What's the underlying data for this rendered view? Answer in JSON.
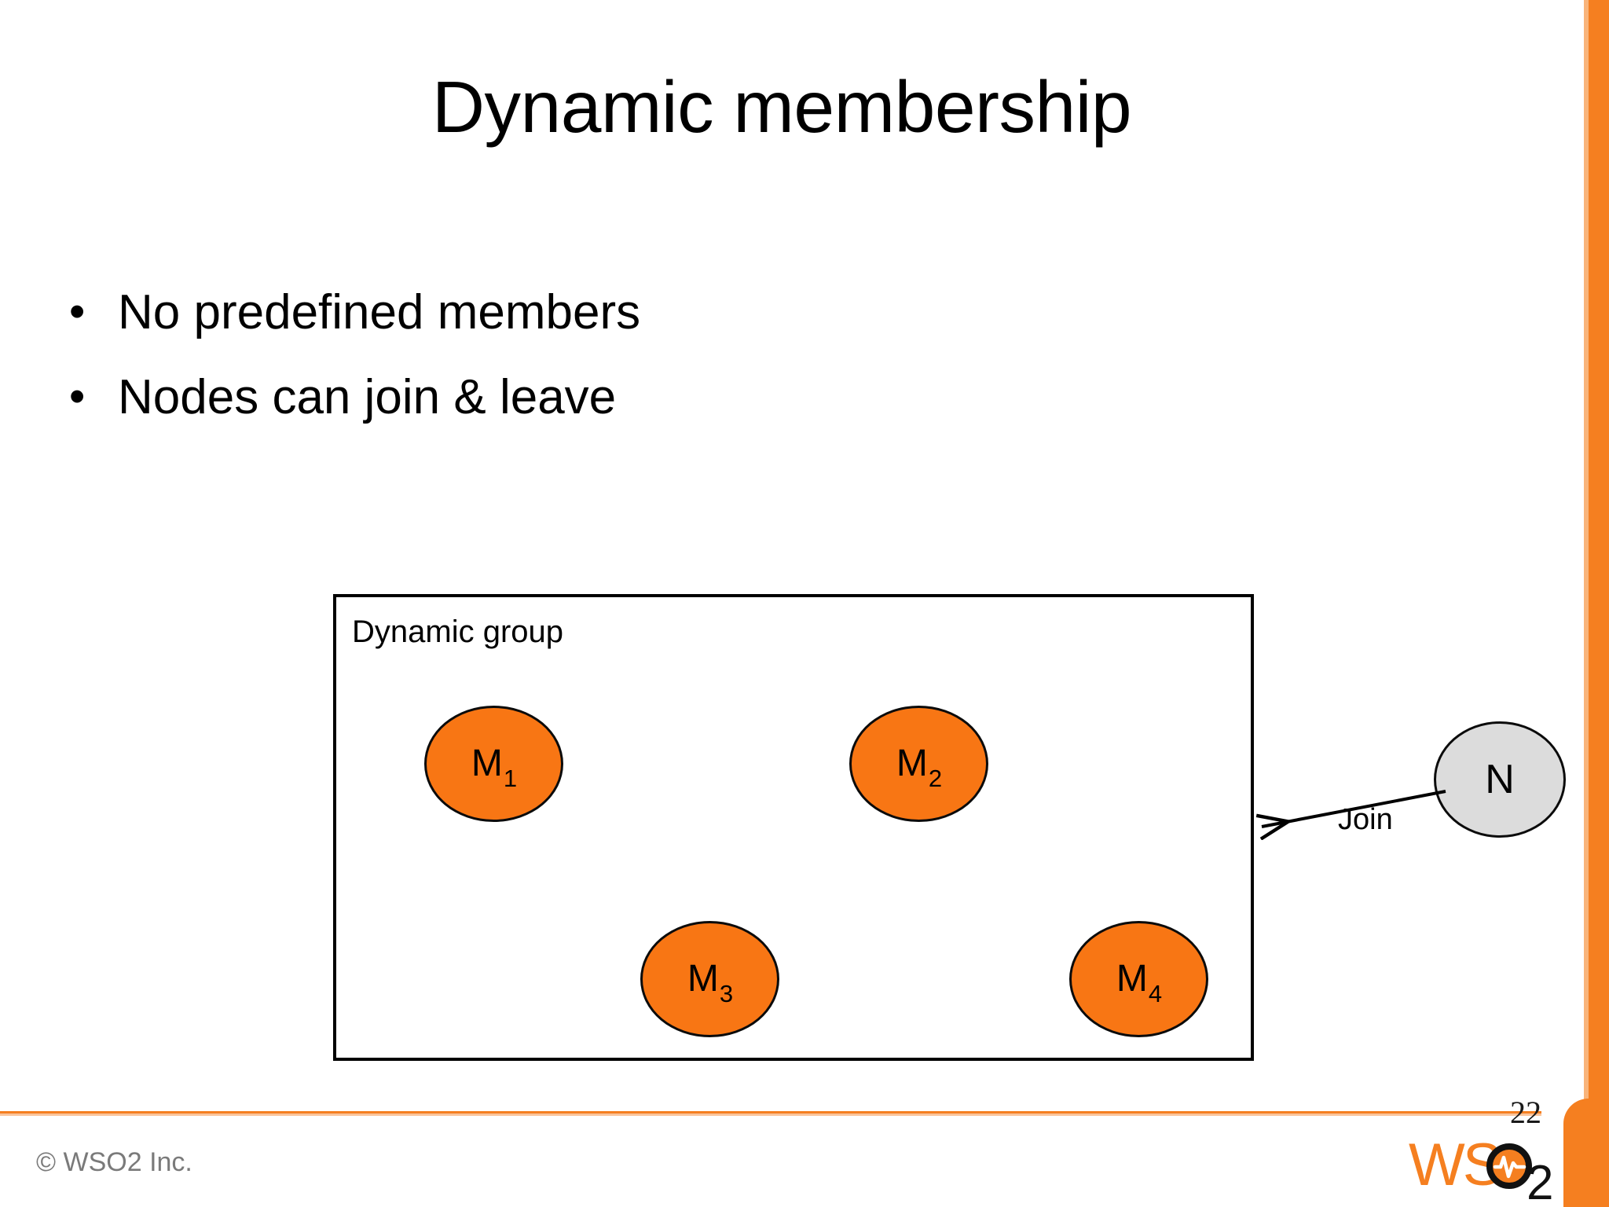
{
  "slide": {
    "title": "Dynamic membership",
    "page_number": "22",
    "copyright": "© WSO2 Inc.",
    "brand_name": "WSO2",
    "accent_color": "#F57F20",
    "member_color": "#F87614",
    "joiner_color": "#DCDCDC"
  },
  "bullets": [
    {
      "marker": "•",
      "text": "No predefined members"
    },
    {
      "marker": "•",
      "text": "Nodes can join & leave"
    }
  ],
  "diagram": {
    "group_label": "Dynamic group",
    "members": [
      {
        "base": "M",
        "sub": "1"
      },
      {
        "base": "M",
        "sub": "2"
      },
      {
        "base": "M",
        "sub": "3"
      },
      {
        "base": "M",
        "sub": "4"
      }
    ],
    "joining_node": {
      "base": "N",
      "sub": ""
    },
    "edge_label": "Join"
  }
}
